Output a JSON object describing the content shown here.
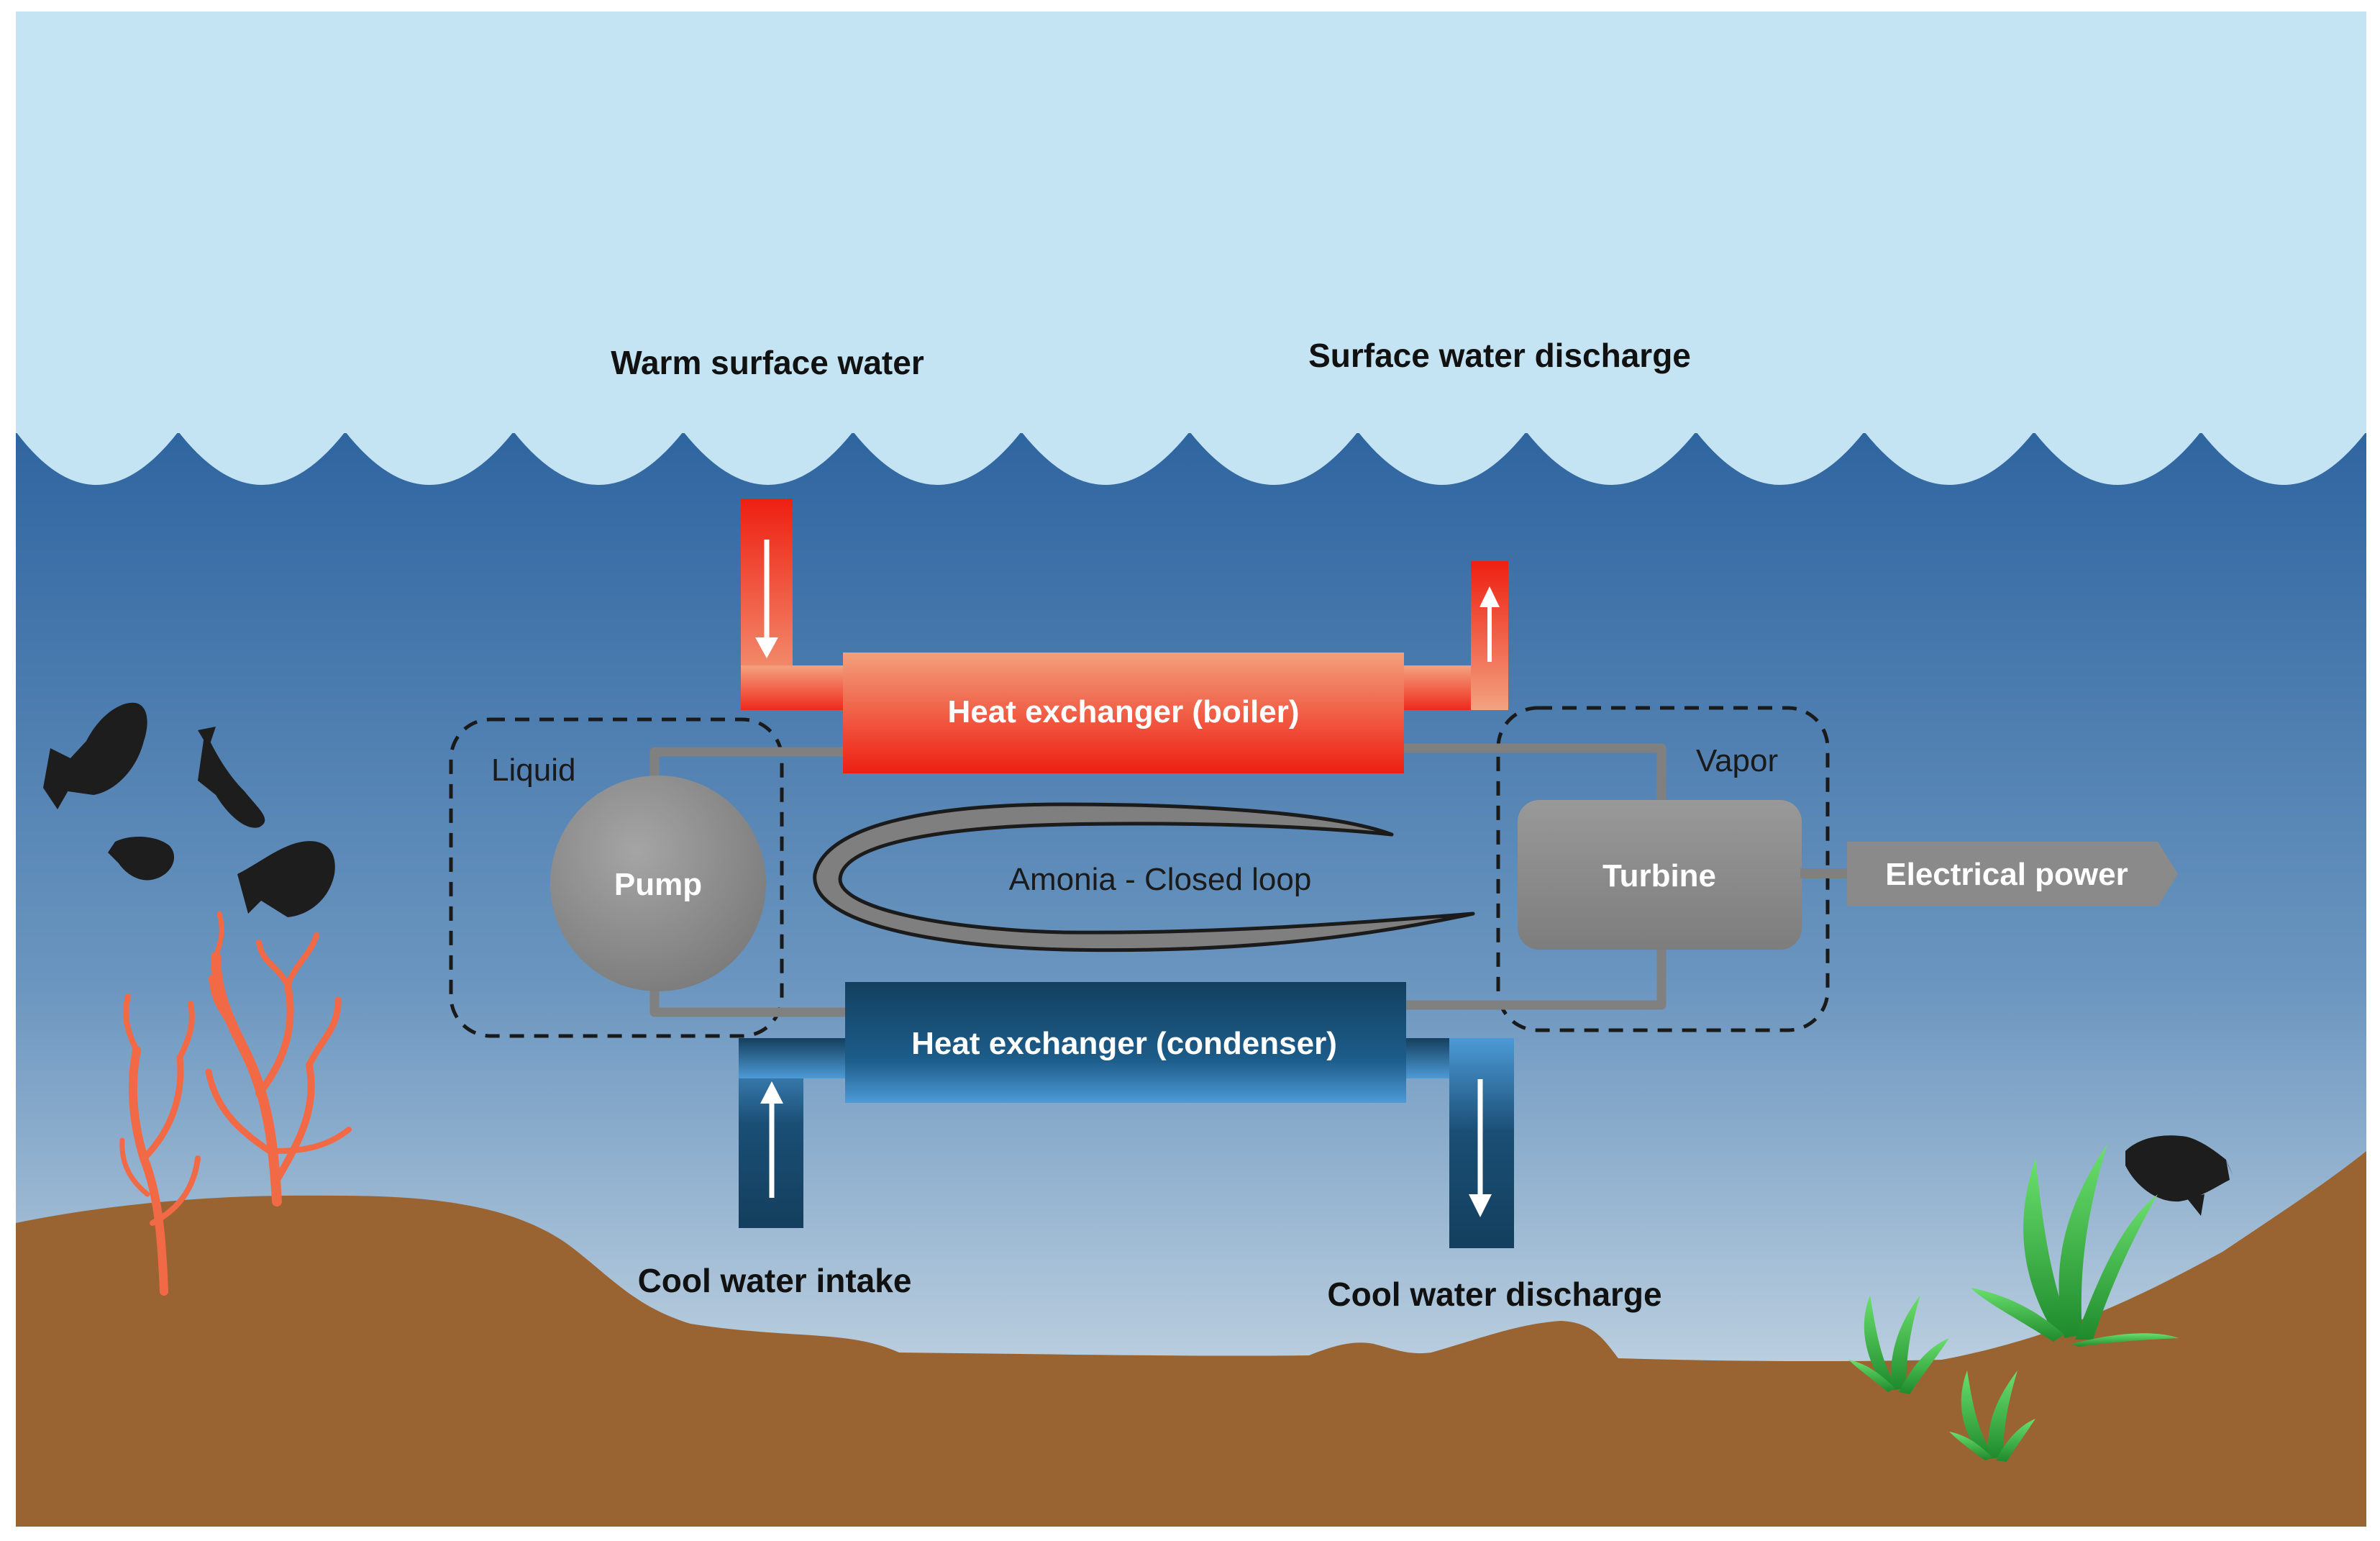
{
  "labels": {
    "warm_surface_water": "Warm surface water",
    "surface_water_discharge": "Surface water discharge",
    "boiler": "Heat exchanger (boiler)",
    "condenser": "Heat exchanger (condenser)",
    "liquid": "Liquid",
    "vapor": "Vapor",
    "pump": "Pump",
    "turbine": "Turbine",
    "closed_loop": "Amonia - Closed loop",
    "electrical_power": "Electrical power",
    "cool_water_intake": "Cool water intake",
    "cool_water_discharge": "Cool water discharge"
  },
  "colors": {
    "sky": "#c4e4f4",
    "ocean_top": "#2f65a0",
    "ocean_bottom": "#d6e3ea",
    "seabed": "#9a6432",
    "warm_pipe": "#ee2a1c",
    "cool_pipe": "#143f5e",
    "equipment_gray": "#8a8a8a",
    "coral": "#f26a45",
    "seagrass": "#2fae3c",
    "fish": "#1d1d1d"
  },
  "icons": [
    "fish-icon",
    "coral-icon",
    "seagrass-icon",
    "flow-arrow-icon"
  ]
}
